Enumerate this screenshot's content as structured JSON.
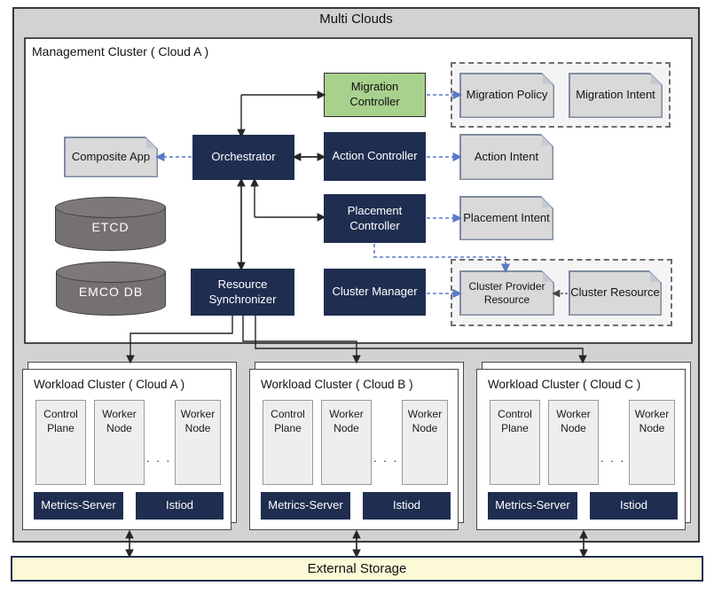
{
  "title": "Multi Clouds",
  "management": {
    "label": "Management Cluster ( Cloud A )",
    "composite_app": "Composite App",
    "orchestrator": "Orchestrator",
    "etcd": "ETCD",
    "emco_db": "EMCO DB",
    "migration_controller": "Migration Controller",
    "action_controller": "Action Controller",
    "placement_controller": "Placement Controller",
    "resource_synchronizer": "Resource Synchronizer",
    "cluster_manager": "Cluster Manager",
    "migration_policy": "Migration Policy",
    "migration_intent": "Migration Intent",
    "action_intent": "Action Intent",
    "placement_intent": "Placement Intent",
    "cluster_provider_resource": "Cluster Provider Resource",
    "cluster_resource": "Cluster Resource"
  },
  "workload_clusters": [
    {
      "label": "Workload Cluster ( Cloud A )",
      "control_plane": "Control Plane",
      "worker1": "Worker Node",
      "worker2": "Worker Node",
      "ellipsis": ". . .",
      "metrics_server": "Metrics-Server",
      "istiod": "Istiod"
    },
    {
      "label": "Workload Cluster ( Cloud B )",
      "control_plane": "Control Plane",
      "worker1": "Worker Node",
      "worker2": "Worker Node",
      "ellipsis": ". . .",
      "metrics_server": "Metrics-Server",
      "istiod": "Istiod"
    },
    {
      "label": "Workload Cluster ( Cloud C )",
      "control_plane": "Control Plane",
      "worker1": "Worker Node",
      "worker2": "Worker Node",
      "ellipsis": ". . .",
      "metrics_server": "Metrics-Server",
      "istiod": "Istiod"
    }
  ],
  "external_storage": "External Storage",
  "colors": {
    "navy": "#1f2d50",
    "green": "#a9d18e",
    "container_gray": "#d2d2d2",
    "doc_fill": "#d9d9d9",
    "cylinder_gray": "#767171",
    "storage_yellow": "#fcf9d6",
    "blue_dashed_arrow": "#5b78c8",
    "black_arrow": "#262626"
  }
}
